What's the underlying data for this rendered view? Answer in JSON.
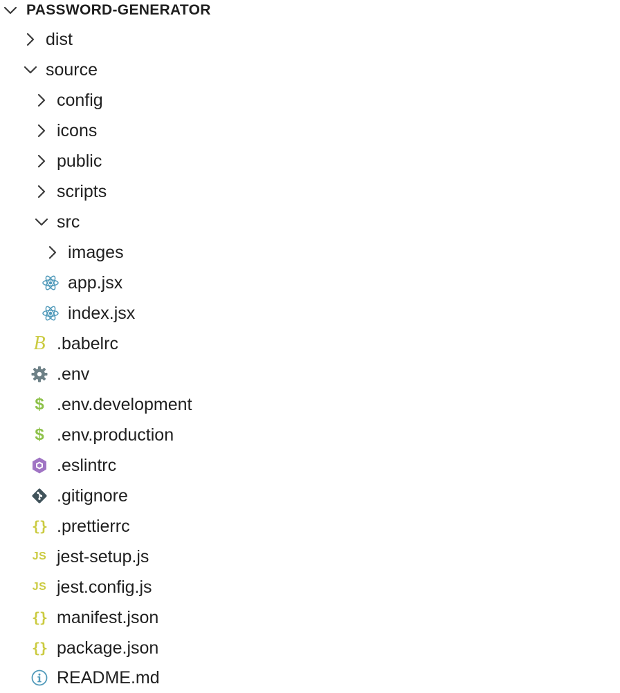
{
  "explorer": {
    "title": "PASSWORD-GENERATOR",
    "items": [
      {
        "label": "dist",
        "type": "folder",
        "expanded": false,
        "depth": 1
      },
      {
        "label": "source",
        "type": "folder",
        "expanded": true,
        "depth": 1
      },
      {
        "label": "config",
        "type": "folder",
        "expanded": false,
        "depth": 2
      },
      {
        "label": "icons",
        "type": "folder",
        "expanded": false,
        "depth": 2
      },
      {
        "label": "public",
        "type": "folder",
        "expanded": false,
        "depth": 2
      },
      {
        "label": "scripts",
        "type": "folder",
        "expanded": false,
        "depth": 2
      },
      {
        "label": "src",
        "type": "folder",
        "expanded": true,
        "depth": 2
      },
      {
        "label": "images",
        "type": "folder",
        "expanded": false,
        "depth": 3
      },
      {
        "label": "app.jsx",
        "type": "file",
        "icon": "react-icon",
        "depth": 3
      },
      {
        "label": "index.jsx",
        "type": "file",
        "icon": "react-icon",
        "depth": 3
      },
      {
        "label": ".babelrc",
        "type": "file",
        "icon": "babel-icon",
        "depth": 2
      },
      {
        "label": ".env",
        "type": "file",
        "icon": "gear-icon",
        "depth": 2
      },
      {
        "label": ".env.development",
        "type": "file",
        "icon": "dollar-icon",
        "depth": 2
      },
      {
        "label": ".env.production",
        "type": "file",
        "icon": "dollar-icon",
        "depth": 2
      },
      {
        "label": ".eslintrc",
        "type": "file",
        "icon": "eslint-icon",
        "depth": 2
      },
      {
        "label": ".gitignore",
        "type": "file",
        "icon": "git-icon",
        "depth": 2
      },
      {
        "label": ".prettierrc",
        "type": "file",
        "icon": "braces-icon",
        "depth": 2
      },
      {
        "label": "jest-setup.js",
        "type": "file",
        "icon": "js-icon",
        "depth": 2
      },
      {
        "label": "jest.config.js",
        "type": "file",
        "icon": "js-icon",
        "depth": 2
      },
      {
        "label": "manifest.json",
        "type": "file",
        "icon": "braces-icon",
        "depth": 2
      },
      {
        "label": "package.json",
        "type": "file",
        "icon": "braces-icon",
        "depth": 2
      },
      {
        "label": "README.md",
        "type": "file",
        "icon": "info-icon",
        "depth": 2
      }
    ],
    "icon_glyphs": {
      "js": "JS",
      "braces": "{}",
      "dollar": "$",
      "babel": "B"
    },
    "colors": {
      "react": "#519aba",
      "json_js": "#cbcb41",
      "env_dollar": "#8dc149",
      "gear": "#6d8086",
      "eslint": "#a074c4",
      "git": "#41535b",
      "info": "#519aba",
      "chevron": "#3b3b3b"
    }
  }
}
